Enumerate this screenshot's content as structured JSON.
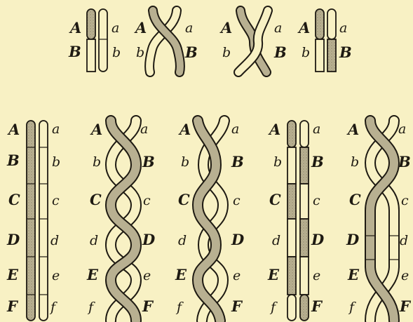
{
  "background_color": "#f8f1c4",
  "ink_color": "#1e1a12",
  "shaded_color": "#b8b091",
  "light_color": "#f8f1c4",
  "top_row": [
    {
      "name": "pair-straight",
      "labels": [
        {
          "text": "A",
          "case": "upper"
        },
        {
          "text": "a",
          "case": "lower"
        },
        {
          "text": "B",
          "case": "upper"
        },
        {
          "text": "b",
          "case": "lower"
        }
      ]
    },
    {
      "name": "pair-crossed",
      "labels": [
        {
          "text": "A",
          "case": "upper"
        },
        {
          "text": "a",
          "case": "lower"
        },
        {
          "text": "b",
          "case": "lower"
        },
        {
          "text": "B",
          "case": "upper"
        }
      ]
    },
    {
      "name": "pair-separating",
      "labels": [
        {
          "text": "A",
          "case": "upper"
        },
        {
          "text": "a",
          "case": "lower"
        },
        {
          "text": "b",
          "case": "lower"
        },
        {
          "text": "B",
          "case": "upper"
        }
      ]
    },
    {
      "name": "pair-recombined",
      "labels": [
        {
          "text": "A",
          "case": "upper"
        },
        {
          "text": "a",
          "case": "lower"
        },
        {
          "text": "b",
          "case": "lower"
        },
        {
          "text": "B",
          "case": "upper"
        }
      ]
    }
  ],
  "bottom_row": [
    {
      "name": "long-straight",
      "left": [
        "A",
        "B",
        "C",
        "D",
        "E",
        "F"
      ],
      "right": [
        "a",
        "b",
        "c",
        "d",
        "e",
        "f"
      ]
    },
    {
      "name": "long-twisted",
      "left": [
        "A",
        "b",
        "C",
        "d",
        "E",
        "f"
      ],
      "right": [
        "a",
        "B",
        "c",
        "D",
        "e",
        "F"
      ]
    },
    {
      "name": "long-separating",
      "left": [
        "A",
        "b",
        "C",
        "d",
        "E",
        "f"
      ],
      "right": [
        "a",
        "B",
        "c",
        "D",
        "e",
        "F"
      ]
    },
    {
      "name": "long-recombined",
      "left": [
        "A",
        "b",
        "C",
        "d",
        "E",
        "f"
      ],
      "right": [
        "a",
        "B",
        "c",
        "D",
        "e",
        "F"
      ]
    },
    {
      "name": "long-double-cross",
      "left": [
        "A",
        "b",
        "C",
        "D",
        "E",
        "f"
      ],
      "right": [
        "a",
        "B",
        "c",
        "d",
        "e",
        "F"
      ]
    }
  ]
}
